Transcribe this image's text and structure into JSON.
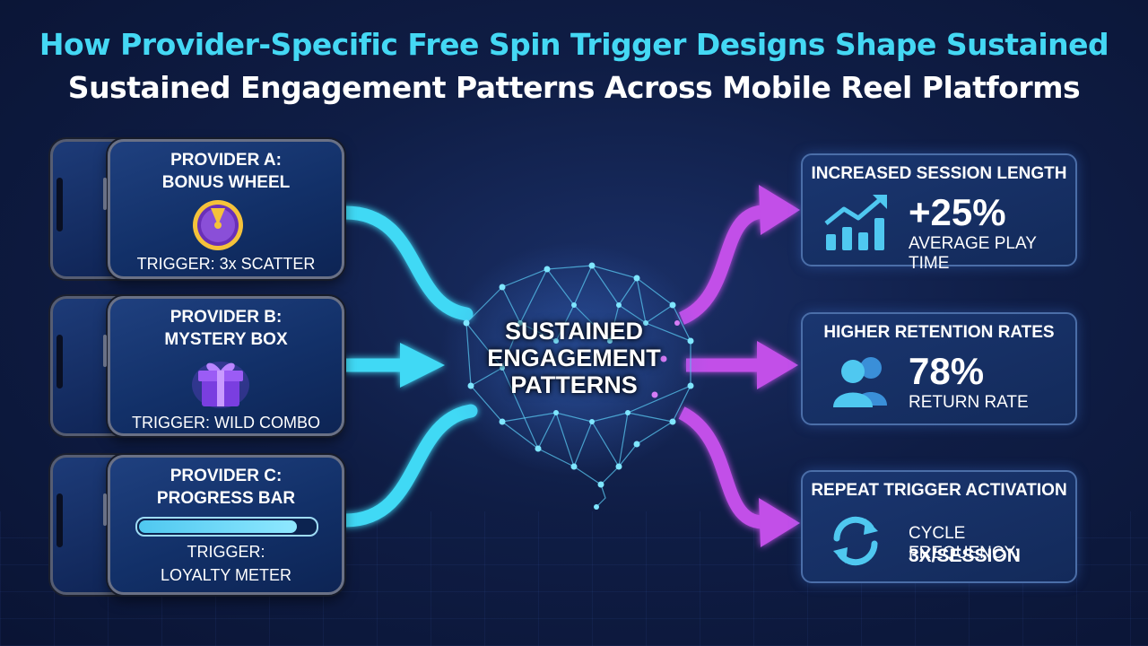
{
  "title": {
    "line1": "How Provider-Specific Free Spin Trigger Designs Shape Sustained",
    "line2": "Sustained Engagement Patterns Across Mobile Reel Platforms"
  },
  "providers": [
    {
      "name": "PROVIDER A:",
      "feature": "BONUS WHEEL",
      "trigger": "TRIGGER: 3x SCATTER",
      "icon": "bonus-wheel-icon"
    },
    {
      "name": "PROVIDER B:",
      "feature": "MYSTERY BOX",
      "trigger": "TRIGGER: WILD COMBO",
      "icon": "gift-box-icon"
    },
    {
      "name": "PROVIDER C:",
      "feature": "PROGRESS BAR",
      "trigger_line1": "TRIGGER:",
      "trigger_line2": "LOYALTY METER",
      "icon": "progress-bar-icon",
      "progress": 0.9
    }
  ],
  "center": {
    "line1": "SUSTAINED",
    "line2": "ENGAGEMENT",
    "line3": "PATTERNS",
    "icon": "brain-network-icon"
  },
  "outcomes": [
    {
      "title": "INCREASED SESSION LENGTH",
      "value": "+25%",
      "caption": "AVERAGE PLAY TIME",
      "icon": "growth-chart-icon"
    },
    {
      "title": "HIGHER RETENTION RATES",
      "value": "78%",
      "caption": "RETURN RATE",
      "icon": "users-icon"
    },
    {
      "title": "REPEAT TRIGGER ACTIVATION",
      "caption": "CYCLE FREQUENCY:",
      "value": "3X/SESSION",
      "icon": "cycle-icon"
    }
  ],
  "colors": {
    "title_cyan": "#44d8f4",
    "arrow_cyan": "#3fd9f5",
    "arrow_magenta": "#c24fe8",
    "background": "#0f1d45",
    "card_border": "#4b6ea8"
  }
}
